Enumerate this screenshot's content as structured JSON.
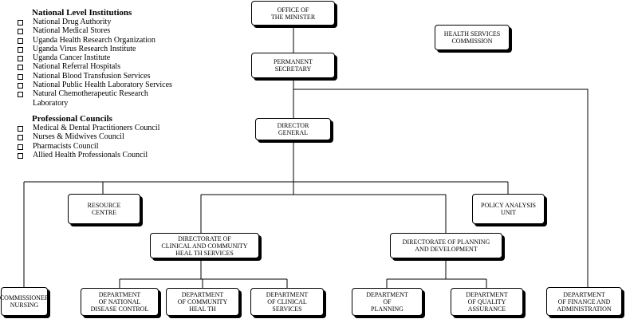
{
  "national_institutions": {
    "heading": "National Level Institutions",
    "items": [
      "National Drug Authority",
      "National Medical Stores",
      "Uganda Health Research Organization",
      "Uganda Virus Research Institute",
      "Uganda Cancer Institute",
      "National Referral Hospitals",
      "National Blood Transfusion Services",
      "National Public Health Laboratory Services",
      "Natural Chemotherapeutic Research Laboratory"
    ]
  },
  "professional_councils": {
    "heading": "Professional Councils",
    "items": [
      "Medical & Dental Practitioners Council",
      "Nurses & Midwives Council",
      "Pharmacists Council",
      "Allied Health Professionals Council"
    ]
  },
  "org_chart": {
    "office_of_minister": "OFFICE OF\nTHE MINISTER",
    "health_services_commission": "HEALTH SERVICES\nCOMMISSION",
    "permanent_secretary": "PERMANENT\nSECRETARY",
    "director_general": "DIRECTOR\nGENERAL",
    "resource_centre": "RESOURCE\nCENTRE",
    "policy_analysis_unit": "POLICY ANALYSIS\nUNIT",
    "directorate_clinical": "DIRECTORATE OF\nCLINICAL AND COMMUNITY\nHEAL TH SERVICES",
    "directorate_planning": "DIRECTORATE OF PLANNING\nAND DEVELOPMENT",
    "commissioner_nursing": "COMMISSIONER\nNURSING",
    "dept_disease_control": "DEPARTMENT\nOF NATIONAL\nDISEASE CONTROL",
    "dept_community_health": "DEPARTMENT\nOF COMMUNITY\nHEAL TH",
    "dept_clinical_services": "DEPARTMENT\nOF CLINICAL\nSERVICES",
    "dept_planning": "DEPARTMENT\nOF\nPLANNING",
    "dept_quality_assurance": "DEPARTMENT\nOF QUALITY\nASSURANCE",
    "dept_finance_admin": "DEPARTMENT\nOF FINANCE AND\nADMINISTRATION"
  }
}
